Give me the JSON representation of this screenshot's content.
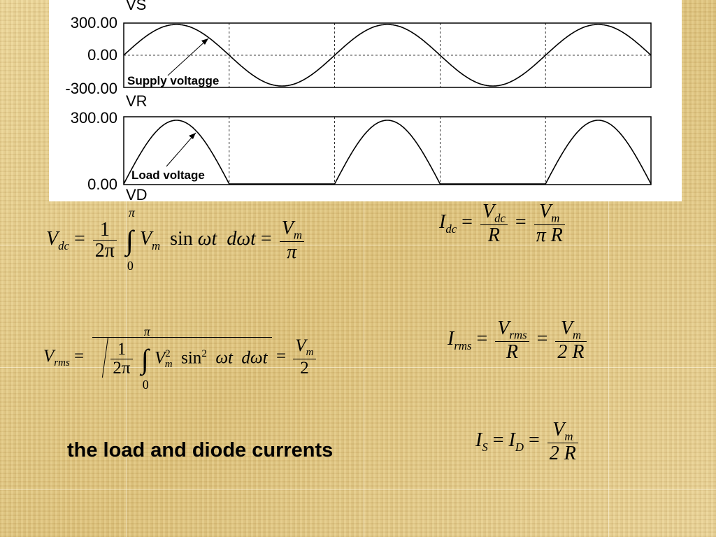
{
  "chart_data": [
    {
      "type": "line",
      "title": "VS",
      "ylim": [
        -300,
        300
      ],
      "y_ticks": [
        "300.00",
        "0.00",
        "-300.00"
      ],
      "series": [
        {
          "name": "VS",
          "function": "300*sin(x)",
          "x_range_cycles": [
            0,
            2.5
          ]
        }
      ],
      "annotation": "Supply voltagge",
      "grid": true
    },
    {
      "type": "line",
      "title": "VR",
      "ylim": [
        0,
        300
      ],
      "y_ticks": [
        "300.00",
        "0.00"
      ],
      "series": [
        {
          "name": "VR",
          "function": "max(0, 300*sin(x))",
          "x_range_cycles": [
            0,
            2.5
          ]
        }
      ],
      "annotation": "Load voltage",
      "grid": true
    },
    {
      "type": "line",
      "title": "VD",
      "partial": true
    }
  ],
  "formulas": {
    "vdc": {
      "lhs": "V",
      "lhs_sub": "dc",
      "eq": "=",
      "coef_num": "1",
      "coef_den": "2π",
      "int_upper": "π",
      "int_lower": "0",
      "body": "V",
      "body_sub": "m",
      "sin": "sin",
      "omega_t": "ωt",
      "d": "d",
      "domega_t": "ωt",
      "rhs_num": "V",
      "rhs_num_sub": "m",
      "rhs_den": "π"
    },
    "idc": {
      "lhs": "I",
      "lhs_sub": "dc",
      "eq": "=",
      "f1_num": "V",
      "f1_num_sub": "dc",
      "f1_den": "R",
      "f2_num": "V",
      "f2_num_sub": "m",
      "f2_den": "π R"
    },
    "vrms": {
      "lhs": "V",
      "lhs_sub": "rms",
      "eq": "=",
      "coef_num": "1",
      "coef_den": "2π",
      "int_upper": "π",
      "int_lower": "0",
      "body": "V",
      "body_sup": "2",
      "body_sub": "m",
      "sin": "sin",
      "sin_sup": "2",
      "omega_t": "ωt",
      "d": "d",
      "domega_t": "ωt",
      "rhs_num": "V",
      "rhs_num_sub": "m",
      "rhs_den": "2"
    },
    "irms": {
      "lhs": "I",
      "lhs_sub": "rms",
      "eq": "=",
      "f1_num": "V",
      "f1_num_sub": "rms",
      "f1_den": "R",
      "f2_num": "V",
      "f2_num_sub": "m",
      "f2_den": "2 R"
    },
    "is": {
      "lhs": "I",
      "lhs_sub": "S",
      "eq": "=",
      "mid": "I",
      "mid_sub": "D",
      "num": "V",
      "num_sub": "m",
      "den": "2 R"
    }
  },
  "caption": "the load and diode currents"
}
